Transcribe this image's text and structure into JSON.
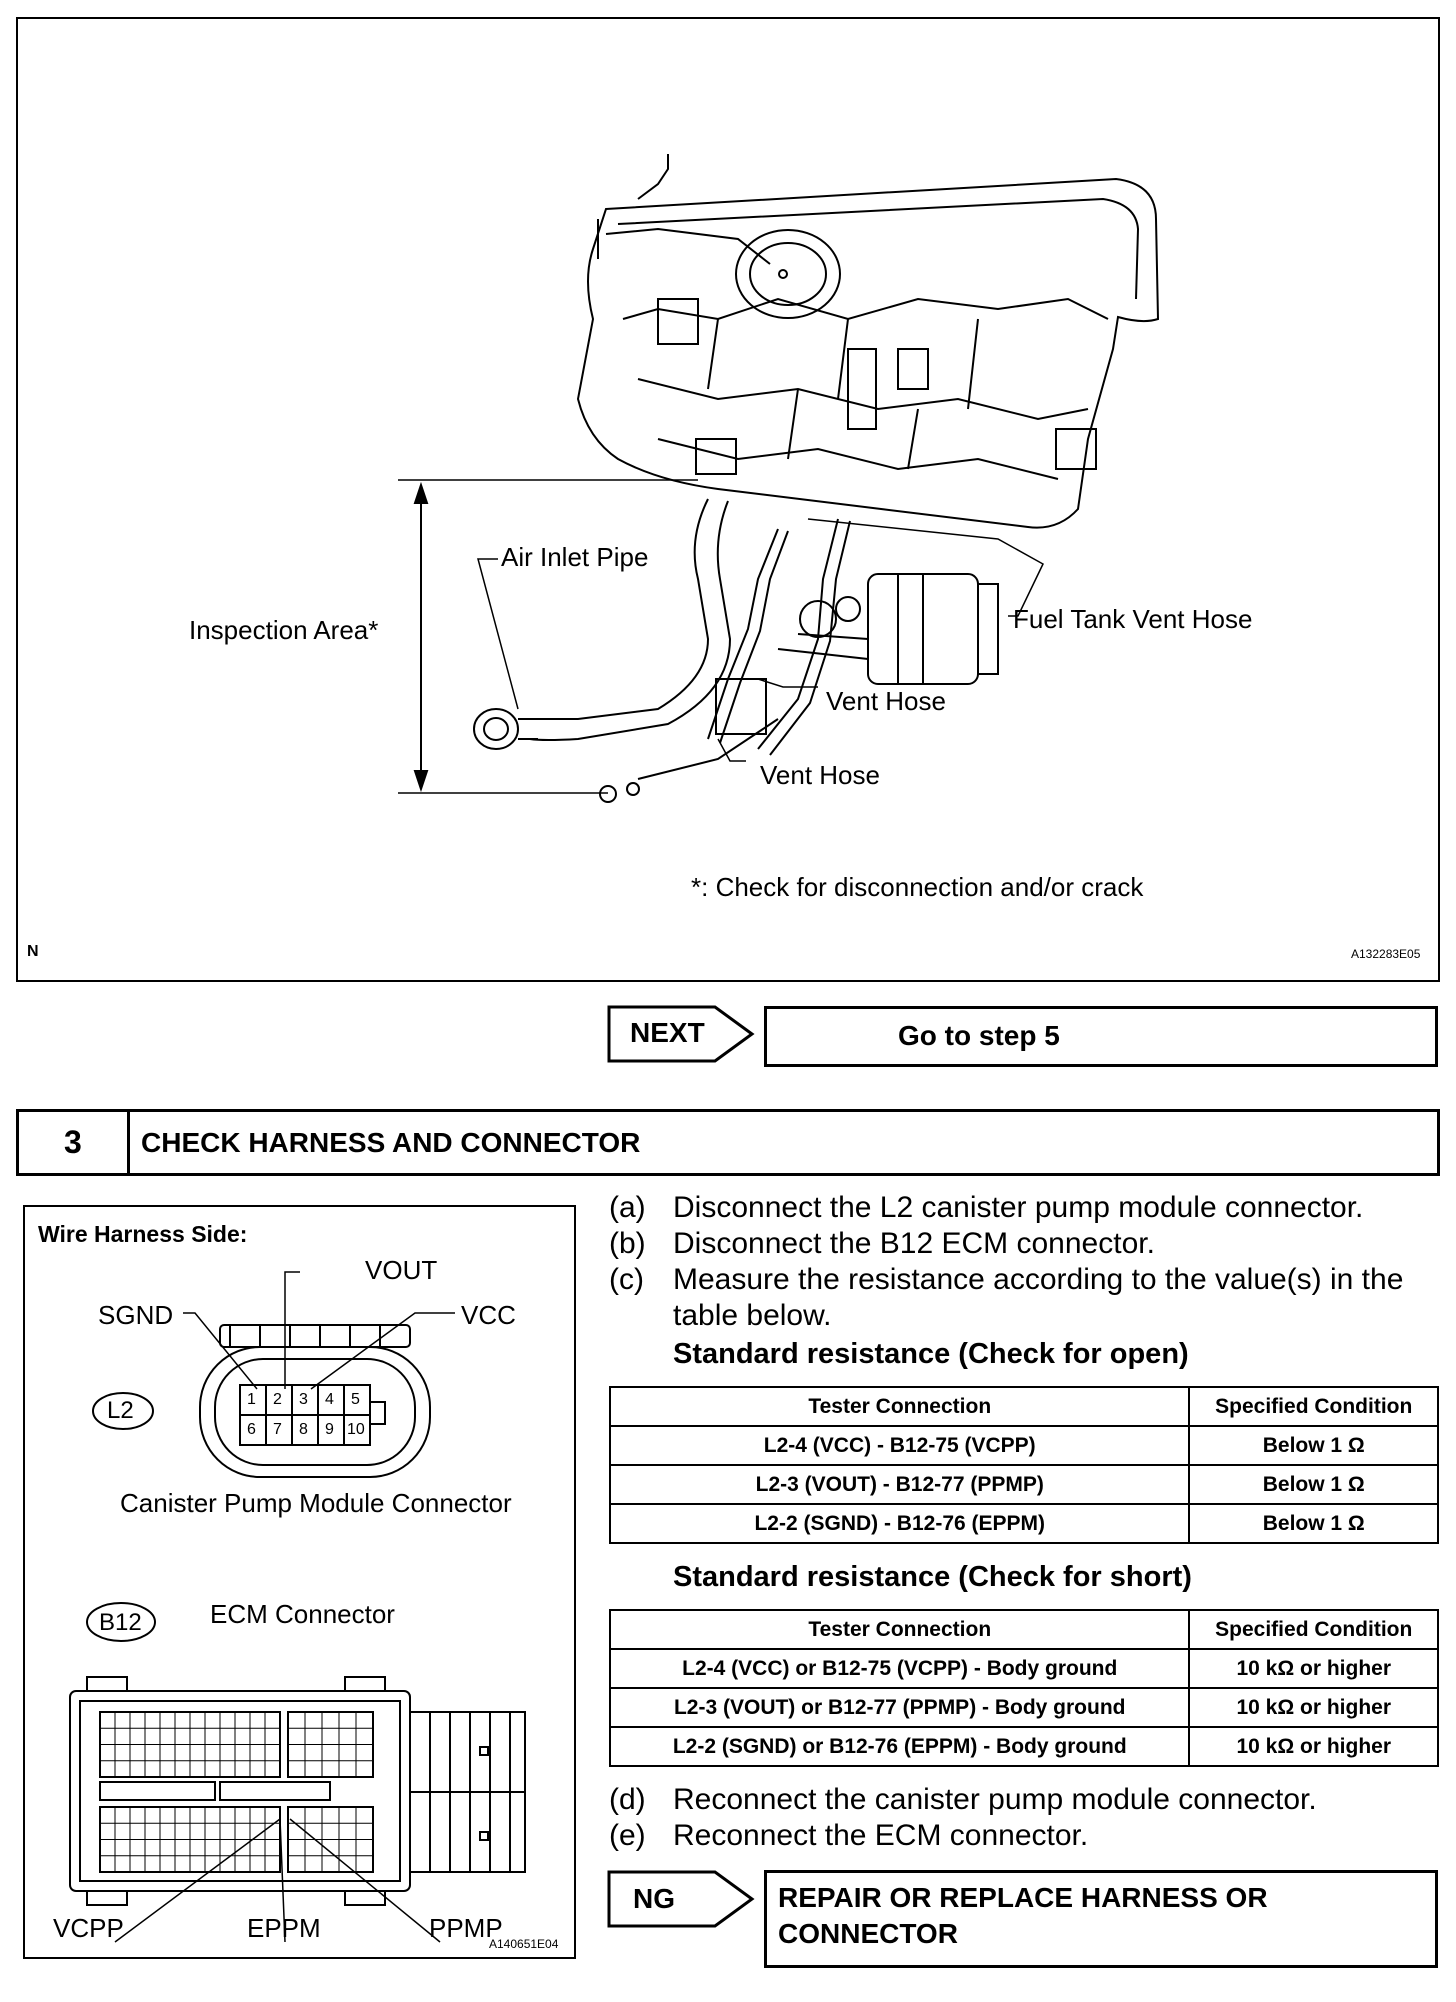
{
  "top_figure": {
    "labels": {
      "air_inlet_pipe": "Air Inlet Pipe",
      "inspection_area": "Inspection Area*",
      "fuel_tank_vent_hose": "Fuel Tank Vent Hose",
      "vent_hose_1": "Vent Hose",
      "vent_hose_2": "Vent Hose",
      "footnote": "*: Check for disconnection and/or crack",
      "corner_n": "N",
      "figure_id": "A132283E05"
    }
  },
  "next_bar": {
    "tag": "NEXT",
    "action": "Go to step 5"
  },
  "step": {
    "number": "3",
    "title": "CHECK HARNESS AND CONNECTOR"
  },
  "connector_figure": {
    "heading": "Wire Harness Side:",
    "pins_vout": "VOUT",
    "pins_sgnd": "SGND",
    "pins_vcc": "VCC",
    "l2_badge": "L2",
    "pin_numbers_top": [
      "1",
      "2",
      "3",
      "4",
      "5"
    ],
    "pin_numbers_bottom": [
      "6",
      "7",
      "8",
      "9",
      "10"
    ],
    "l2_caption": "Canister Pump Module Connector",
    "b12_badge": "B12",
    "b12_caption": "ECM Connector",
    "vcpp": "VCPP",
    "eppm": "EPPM",
    "ppmp": "PPMP",
    "figure_id": "A140651E04"
  },
  "instructions": {
    "a": {
      "key": "(a)",
      "text": "Disconnect the L2 canister pump module connector."
    },
    "b": {
      "key": "(b)",
      "text": "Disconnect the B12 ECM connector."
    },
    "c": {
      "key": "(c)",
      "text": "Measure the resistance according to the value(s) in the",
      "text2": "table below."
    },
    "d": {
      "key": "(d)",
      "text": "Reconnect the canister pump module connector."
    },
    "e": {
      "key": "(e)",
      "text": "Reconnect the ECM connector."
    }
  },
  "table_open": {
    "title": "Standard resistance (Check for open)",
    "headers": [
      "Tester Connection",
      "Specified Condition"
    ],
    "rows": [
      [
        "L2-4 (VCC) - B12-75 (VCPP)",
        "Below 1 Ω"
      ],
      [
        "L2-3 (VOUT) - B12-77 (PPMP)",
        "Below 1 Ω"
      ],
      [
        "L2-2 (SGND) - B12-76 (EPPM)",
        "Below 1 Ω"
      ]
    ]
  },
  "table_short": {
    "title": "Standard resistance (Check for short)",
    "headers": [
      "Tester Connection",
      "Specified Condition"
    ],
    "rows": [
      [
        "L2-4 (VCC) or B12-75 (VCPP) - Body ground",
        "10 kΩ or higher"
      ],
      [
        "L2-3 (VOUT) or B12-77 (PPMP) - Body ground",
        "10 kΩ or higher"
      ],
      [
        "L2-2 (SGND) or B12-76 (EPPM) - Body ground",
        "10 kΩ or higher"
      ]
    ]
  },
  "ng_bar": {
    "tag": "NG",
    "action_line1": "REPAIR OR REPLACE HARNESS OR",
    "action_line2": "CONNECTOR"
  }
}
